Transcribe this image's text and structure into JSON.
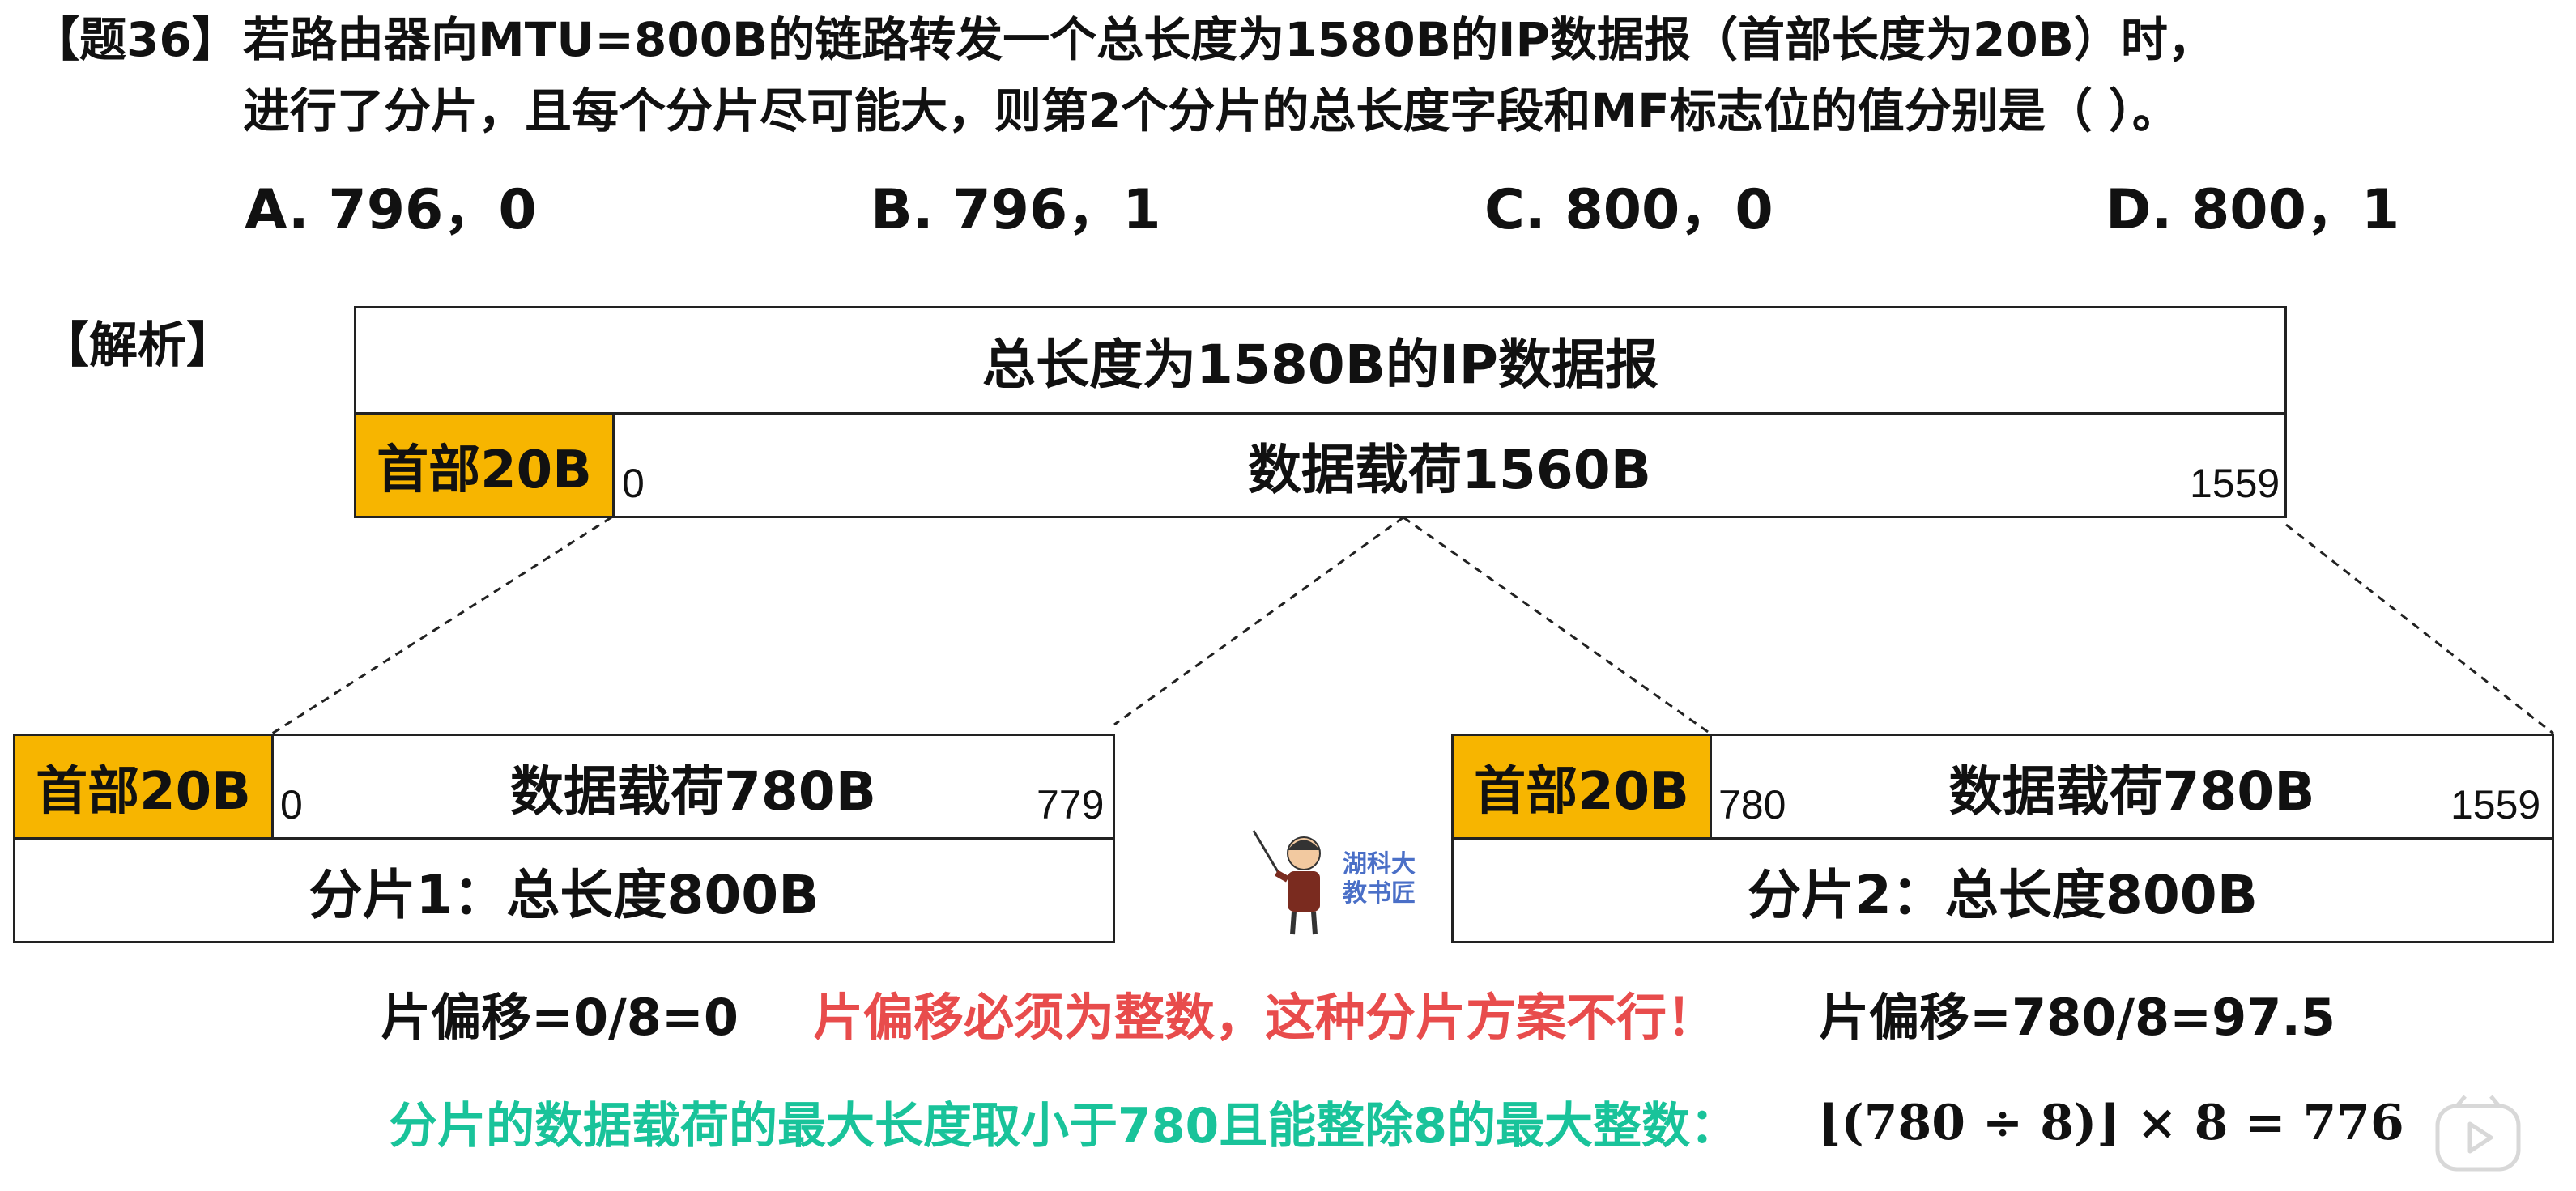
{
  "question": {
    "tag": "【题36】",
    "line1": "若路由器向MTU=800B的链路转发一个总长度为1580B的IP数据报（首部长度为20B）时，",
    "line2": "进行了分片，且每个分片尽可能大，则第2个分片的总长度字段和MF标志位的值分别是（      ）。"
  },
  "options": [
    {
      "label": "A. 796，0"
    },
    {
      "label": "B. 796，1"
    },
    {
      "label": "C. 800，0"
    },
    {
      "label": "D. 800，1"
    }
  ],
  "analysis_label": "【解析】",
  "datagram": {
    "title": "总长度为1580B的IP数据报",
    "header": "首部20B",
    "payload": "数据载荷1560B",
    "start": "0",
    "end": "1559"
  },
  "fragment1": {
    "header": "首部20B",
    "payload": "数据载荷780B",
    "start": "0",
    "end": "779",
    "caption": "分片1：总长度800B"
  },
  "fragment2": {
    "header": "首部20B",
    "payload": "数据载荷780B",
    "start": "780",
    "end": "1559",
    "caption": "分片2：总长度800B"
  },
  "logo_text": {
    "line1": "湖科大",
    "line2": "教书匠"
  },
  "offsets": {
    "left": "片偏移=0/8=0",
    "warning": "片偏移必须为整数，这种分片方案不行！",
    "right": "片偏移=780/8=97.5"
  },
  "conclusion": {
    "text": "分片的数据载荷的最大长度取小于780且能整除8的最大整数：",
    "formula": "⌊(780 ÷ 8)⌋ × 8 = 776"
  },
  "colors": {
    "header_fill": "#f7b500",
    "warning": "#e84c4c",
    "conclusion": "#19c39a"
  }
}
